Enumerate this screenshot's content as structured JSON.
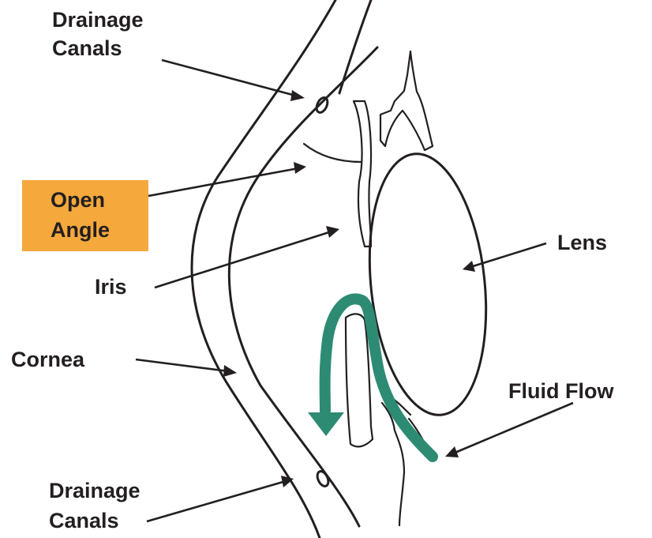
{
  "labels": {
    "drainage_top_1": "Drainage",
    "drainage_top_2": "Canals",
    "open_angle_1": "Open",
    "open_angle_2": "Angle",
    "iris": "Iris",
    "cornea": "Cornea",
    "lens": "Lens",
    "fluid_flow": "Fluid Flow",
    "drainage_bottom_1": "Drainage",
    "drainage_bottom_2": "Canals"
  },
  "colors": {
    "ink": "#231f20",
    "highlight_box": "#f5a93c",
    "fluid_arrow": "#2e8b73"
  }
}
